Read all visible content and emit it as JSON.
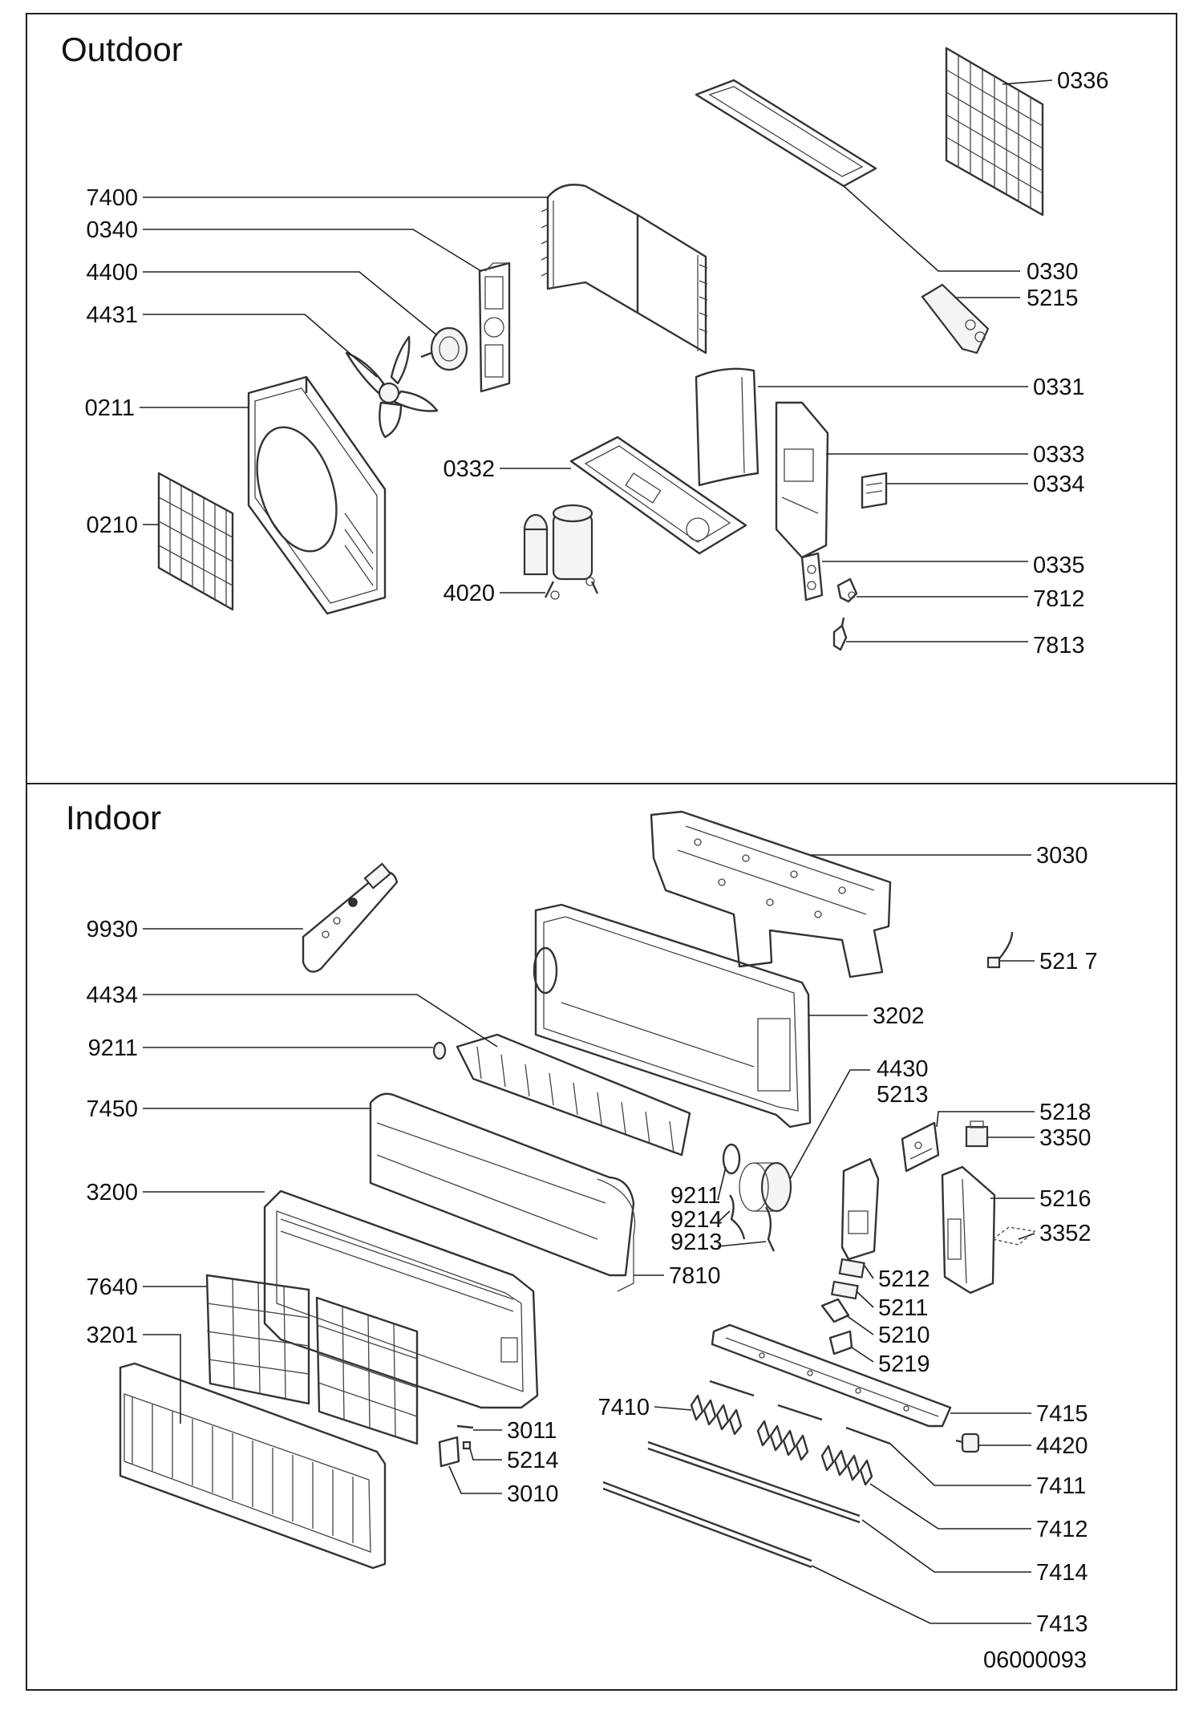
{
  "sections": {
    "outdoor": "Outdoor",
    "indoor": "Indoor"
  },
  "drawing_number": "06000093",
  "outdoor_parts": [
    {
      "id": "p-0336",
      "label": "0336"
    },
    {
      "id": "p-7400",
      "label": "7400"
    },
    {
      "id": "p-0340",
      "label": "0340"
    },
    {
      "id": "p-4400",
      "label": "4400"
    },
    {
      "id": "p-4431",
      "label": "4431"
    },
    {
      "id": "p-0330",
      "label": "0330"
    },
    {
      "id": "p-5215",
      "label": "5215"
    },
    {
      "id": "p-0331",
      "label": "0331"
    },
    {
      "id": "p-0211",
      "label": "0211"
    },
    {
      "id": "p-0333",
      "label": "0333"
    },
    {
      "id": "p-0332",
      "label": "0332"
    },
    {
      "id": "p-0334",
      "label": "0334"
    },
    {
      "id": "p-0210",
      "label": "0210"
    },
    {
      "id": "p-0335",
      "label": "0335"
    },
    {
      "id": "p-4020",
      "label": "4020"
    },
    {
      "id": "p-7812",
      "label": "7812"
    },
    {
      "id": "p-7813",
      "label": "7813"
    }
  ],
  "indoor_parts": [
    {
      "id": "p-3030",
      "label": "3030"
    },
    {
      "id": "p-9930",
      "label": "9930"
    },
    {
      "id": "p-5217",
      "label": "521 7"
    },
    {
      "id": "p-4434",
      "label": "4434"
    },
    {
      "id": "p-3202",
      "label": "3202"
    },
    {
      "id": "p-9211a",
      "label": "9211"
    },
    {
      "id": "p-4430",
      "label": "4430"
    },
    {
      "id": "p-5213",
      "label": "5213"
    },
    {
      "id": "p-7450",
      "label": "7450"
    },
    {
      "id": "p-5218",
      "label": "5218"
    },
    {
      "id": "p-3350",
      "label": "3350"
    },
    {
      "id": "p-3200",
      "label": "3200"
    },
    {
      "id": "p-9211b",
      "label": "9211"
    },
    {
      "id": "p-5216",
      "label": "5216"
    },
    {
      "id": "p-9214",
      "label": "9214"
    },
    {
      "id": "p-3352",
      "label": "3352"
    },
    {
      "id": "p-9213",
      "label": "9213"
    },
    {
      "id": "p-7810",
      "label": "7810"
    },
    {
      "id": "p-5212",
      "label": "5212"
    },
    {
      "id": "p-7640",
      "label": "7640"
    },
    {
      "id": "p-5211",
      "label": "5211"
    },
    {
      "id": "p-3201",
      "label": "3201"
    },
    {
      "id": "p-5210",
      "label": "5210"
    },
    {
      "id": "p-5219",
      "label": "5219"
    },
    {
      "id": "p-7410",
      "label": "7410"
    },
    {
      "id": "p-7415",
      "label": "7415"
    },
    {
      "id": "p-3011",
      "label": "3011"
    },
    {
      "id": "p-4420",
      "label": "4420"
    },
    {
      "id": "p-5214",
      "label": "5214"
    },
    {
      "id": "p-7411",
      "label": "7411"
    },
    {
      "id": "p-3010",
      "label": "3010"
    },
    {
      "id": "p-7412",
      "label": "7412"
    },
    {
      "id": "p-7414",
      "label": "7414"
    },
    {
      "id": "p-7413",
      "label": "7413"
    }
  ]
}
